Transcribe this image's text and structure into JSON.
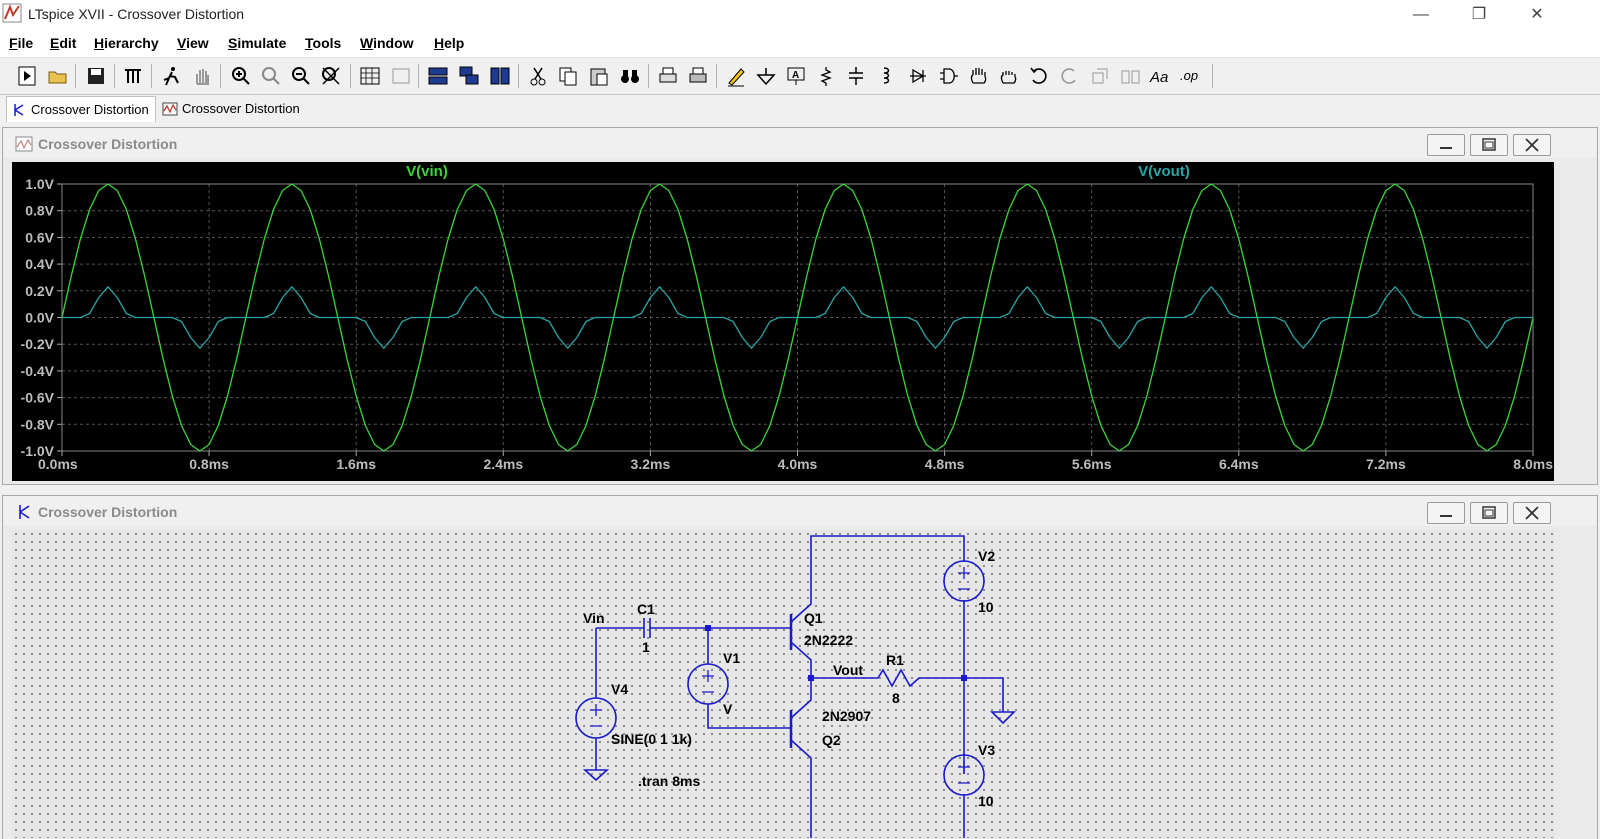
{
  "window": {
    "title": "LTspice XVII - Crossover Distortion",
    "minimize": "—",
    "restore": "❐",
    "close": "✕"
  },
  "menu": [
    "File",
    "Edit",
    "Hierarchy",
    "View",
    "Simulate",
    "Tools",
    "Window",
    "Help"
  ],
  "tabs": [
    {
      "label": "Crossover Distortion",
      "icon": "schematic-icon",
      "active": true
    },
    {
      "label": "Crossover Distortion",
      "icon": "waveform-icon",
      "active": false
    }
  ],
  "waveform_window": {
    "title": "Crossover Distortion"
  },
  "schematic_window": {
    "title": "Crossover Distortion"
  },
  "chart_data": {
    "type": "line",
    "title": "",
    "xlabel": "",
    "ylabel": "",
    "xlim": [
      0,
      8
    ],
    "ylim": [
      -1,
      1
    ],
    "x_ticks": [
      "0.0ms",
      "0.8ms",
      "1.6ms",
      "2.4ms",
      "3.2ms",
      "4.0ms",
      "4.8ms",
      "5.6ms",
      "6.4ms",
      "7.2ms",
      "8.0ms"
    ],
    "y_ticks": [
      "1.0V",
      "0.8V",
      "0.6V",
      "0.4V",
      "0.2V",
      "0.0V",
      "-0.2V",
      "-0.4V",
      "-0.6V",
      "-0.8V",
      "-1.0V"
    ],
    "grid": true,
    "series": [
      {
        "name": "V(vin)",
        "color": "#3bd43b",
        "x": [
          0,
          0.05,
          0.1,
          0.15,
          0.2,
          0.25,
          0.3,
          0.35,
          0.4,
          0.45,
          0.5,
          0.55,
          0.6,
          0.65,
          0.7,
          0.75,
          0.8,
          0.85,
          0.9,
          0.95,
          1.0
        ],
        "y": [
          0,
          0.309,
          0.588,
          0.809,
          0.951,
          1.0,
          0.951,
          0.809,
          0.588,
          0.309,
          0,
          -0.309,
          -0.588,
          -0.809,
          -0.951,
          -1.0,
          -0.951,
          -0.809,
          -0.588,
          -0.309,
          0
        ],
        "period_ms": 1.0
      },
      {
        "name": "V(vout)",
        "color": "#2aa3a3",
        "x": [
          0,
          0.05,
          0.1,
          0.15,
          0.2,
          0.25,
          0.3,
          0.35,
          0.4,
          0.45,
          0.5,
          0.55,
          0.6,
          0.65,
          0.7,
          0.75,
          0.8,
          0.85,
          0.9,
          0.95,
          1.0
        ],
        "y": [
          0,
          0,
          0,
          0.03,
          0.15,
          0.23,
          0.15,
          0.03,
          0,
          0,
          0,
          0,
          0,
          -0.03,
          -0.15,
          -0.23,
          -0.15,
          -0.03,
          0,
          0,
          0
        ],
        "period_ms": 1.0
      }
    ]
  },
  "schematic": {
    "labels": {
      "vin": "Vin",
      "c1": "C1",
      "c1_val": "1",
      "v1": "V1",
      "v1_val": "V",
      "v4": "V4",
      "v4_val": "SINE(0 1 1k)",
      "q1": "Q1",
      "q1_model": "2N2222",
      "q2": "Q2",
      "q2_model": "2N2907",
      "vout": "Vout",
      "r1": "R1",
      "r1_val": "8",
      "v2": "V2",
      "v2_val": "10",
      "v3": "V3",
      "v3_val": "10",
      "tran": ".tran 8ms"
    }
  },
  "colors": {
    "wire": "#1a1acc",
    "plot_bg": "#000000",
    "grid": "#555555"
  }
}
